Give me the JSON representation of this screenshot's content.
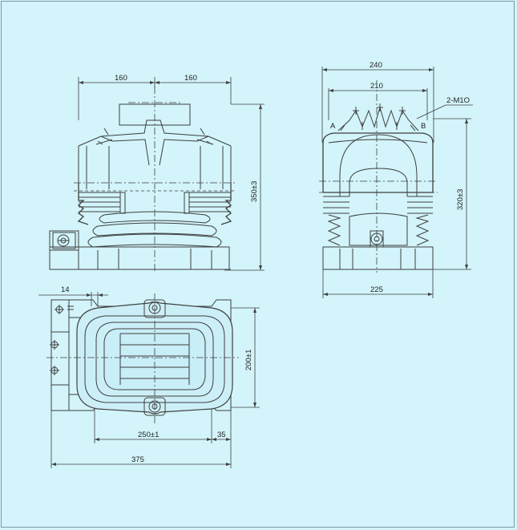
{
  "dimensions": {
    "front_left_width": "160",
    "front_right_width": "160",
    "front_height": "350±3",
    "side_top_width": "240",
    "side_inner_width": "210",
    "side_bolt": "2-M1O",
    "side_terminal_a": "A",
    "side_terminal_b": "B",
    "side_height": "320±3",
    "side_base_width": "225",
    "plan_hole_offset": "14",
    "plan_height": "200±1",
    "plan_mount_width": "250±1",
    "plan_edge": "35",
    "plan_overall_width": "375"
  }
}
